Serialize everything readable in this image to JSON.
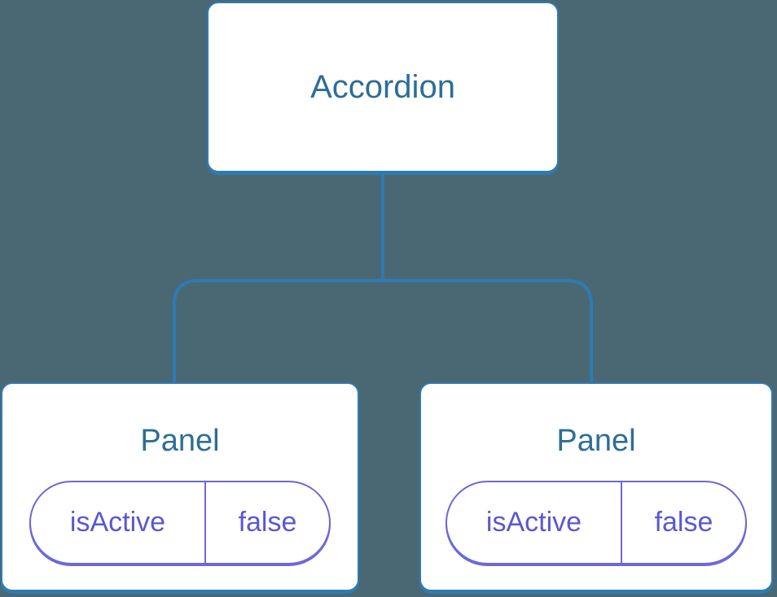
{
  "diagram": {
    "description": "component-tree",
    "root": {
      "label": "Accordion"
    },
    "children": [
      {
        "label": "Panel",
        "props": [
          {
            "name": "isActive",
            "value": "false"
          }
        ]
      },
      {
        "label": "Panel",
        "props": [
          {
            "name": "isActive",
            "value": "false"
          }
        ]
      }
    ]
  },
  "colors": {
    "bg": "#4A6874",
    "node-border": "#2E7BB1",
    "node-fill": "#FFFFFF",
    "node-text": "#2D6E96",
    "pill-border": "#6C68D9",
    "pill-text": "#5B57D1",
    "connector": "#2E7BB1"
  }
}
